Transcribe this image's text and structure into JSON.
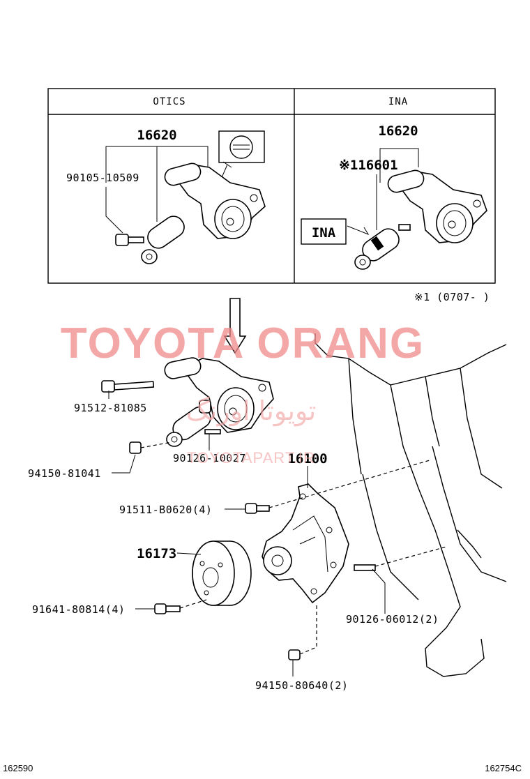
{
  "table": {
    "left_header": "OTICS",
    "right_header": "INA"
  },
  "inset_otics": {
    "part_tensioner": "16620",
    "part_bolt": "90105-10509"
  },
  "inset_ina": {
    "part_tensioner": "16620",
    "part_damper": "※116601",
    "badge": "INA"
  },
  "footnote": "※1 (0707-    )",
  "watermark": {
    "title": "TOYOTA ORANG",
    "persian": "تویوتا اورنگ",
    "url": "TOYOTAPART.IR"
  },
  "parts": {
    "p91512": "91512-81085",
    "p90126a": "90126-10027",
    "p94150a": "94150-81041",
    "p16100": "16100",
    "p91511": "91511-B0620(4)",
    "p16173": "16173",
    "p91641": "91641-80814(4)",
    "p90126b": "90126-06012(2)",
    "p94150b": "94150-80640(2)"
  },
  "corner": {
    "left": "162590",
    "right": "162754C"
  }
}
